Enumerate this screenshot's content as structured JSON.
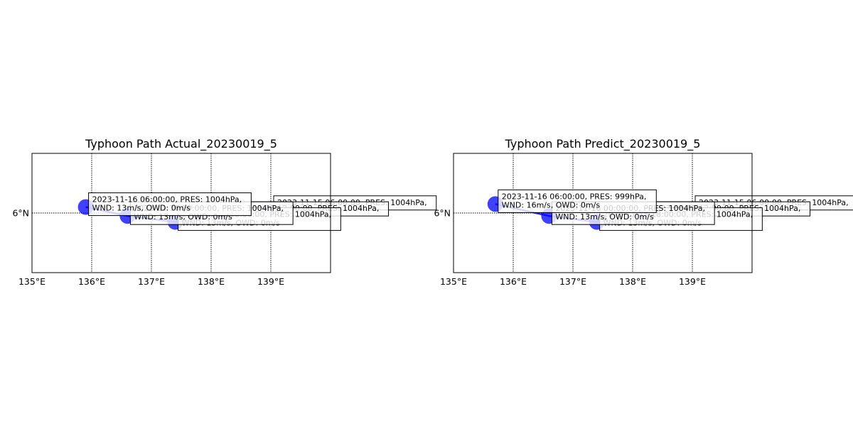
{
  "maps": [
    {
      "title": "Typhoon Path Actual_20230019_5",
      "x_ticks": [
        "135°E",
        "136°E",
        "137°E",
        "138°E",
        "139°E"
      ],
      "y_ticks": [
        "6°N"
      ],
      "lon_range": [
        135,
        140
      ],
      "lat_range": [
        5,
        7
      ],
      "track_color": "#0000ff",
      "track": [
        {
          "lon": 139.0,
          "lat": 6.05,
          "line1": "2023-11-15 06:00:00, PRES: 1004hPa,",
          "line2": ""
        },
        {
          "lon": 138.2,
          "lat": 5.95,
          "line1": "2023-11-15 12:00:00, PRES: 1004hPa,",
          "line2": ""
        },
        {
          "lon": 137.4,
          "lat": 5.85,
          "line1": "2023-11-15 18:00:00, PRES: 1004hPa,",
          "line2": "WND: 13m/s, OWD: 0m/s"
        },
        {
          "lon": 136.6,
          "lat": 5.95,
          "line1": "2023-11-16 00:00:00, PRES: 1004hPa,",
          "line2": "WND: 13m/s, OWD: 0m/s"
        },
        {
          "lon": 135.9,
          "lat": 6.1,
          "line1": "2023-11-16 06:00:00, PRES: 1004hPa,",
          "line2": "WND: 13m/s, OWD: 0m/s"
        }
      ]
    },
    {
      "title": "Typhoon Path Predict_20230019_5",
      "x_ticks": [
        "135°E",
        "136°E",
        "137°E",
        "138°E",
        "139°E"
      ],
      "y_ticks": [
        "6°N"
      ],
      "lon_range": [
        135,
        140
      ],
      "lat_range": [
        5,
        7
      ],
      "track_color": "#0000ff",
      "track": [
        {
          "lon": 139.0,
          "lat": 6.05,
          "line1": "2023-11-15 06:00:00, PRES: 1004hPa,",
          "line2": ""
        },
        {
          "lon": 138.2,
          "lat": 5.95,
          "line1": "2023-11-15 12:00:00, PRES: 1004hPa,",
          "line2": ""
        },
        {
          "lon": 137.4,
          "lat": 5.85,
          "line1": "2023-11-15 18:00:00, PRES: 1004hPa,",
          "line2": "WND: 13m/s, OWD: 0m/s"
        },
        {
          "lon": 136.6,
          "lat": 5.95,
          "line1": "2023-11-16 00:00:00, PRES: 1004hPa,",
          "line2": "WND: 13m/s, OWD: 0m/s"
        },
        {
          "lon": 135.7,
          "lat": 6.15,
          "line1": "2023-11-16 06:00:00, PRES: 999hPa,",
          "line2": "WND: 16m/s, OWD: 0m/s"
        }
      ]
    }
  ]
}
